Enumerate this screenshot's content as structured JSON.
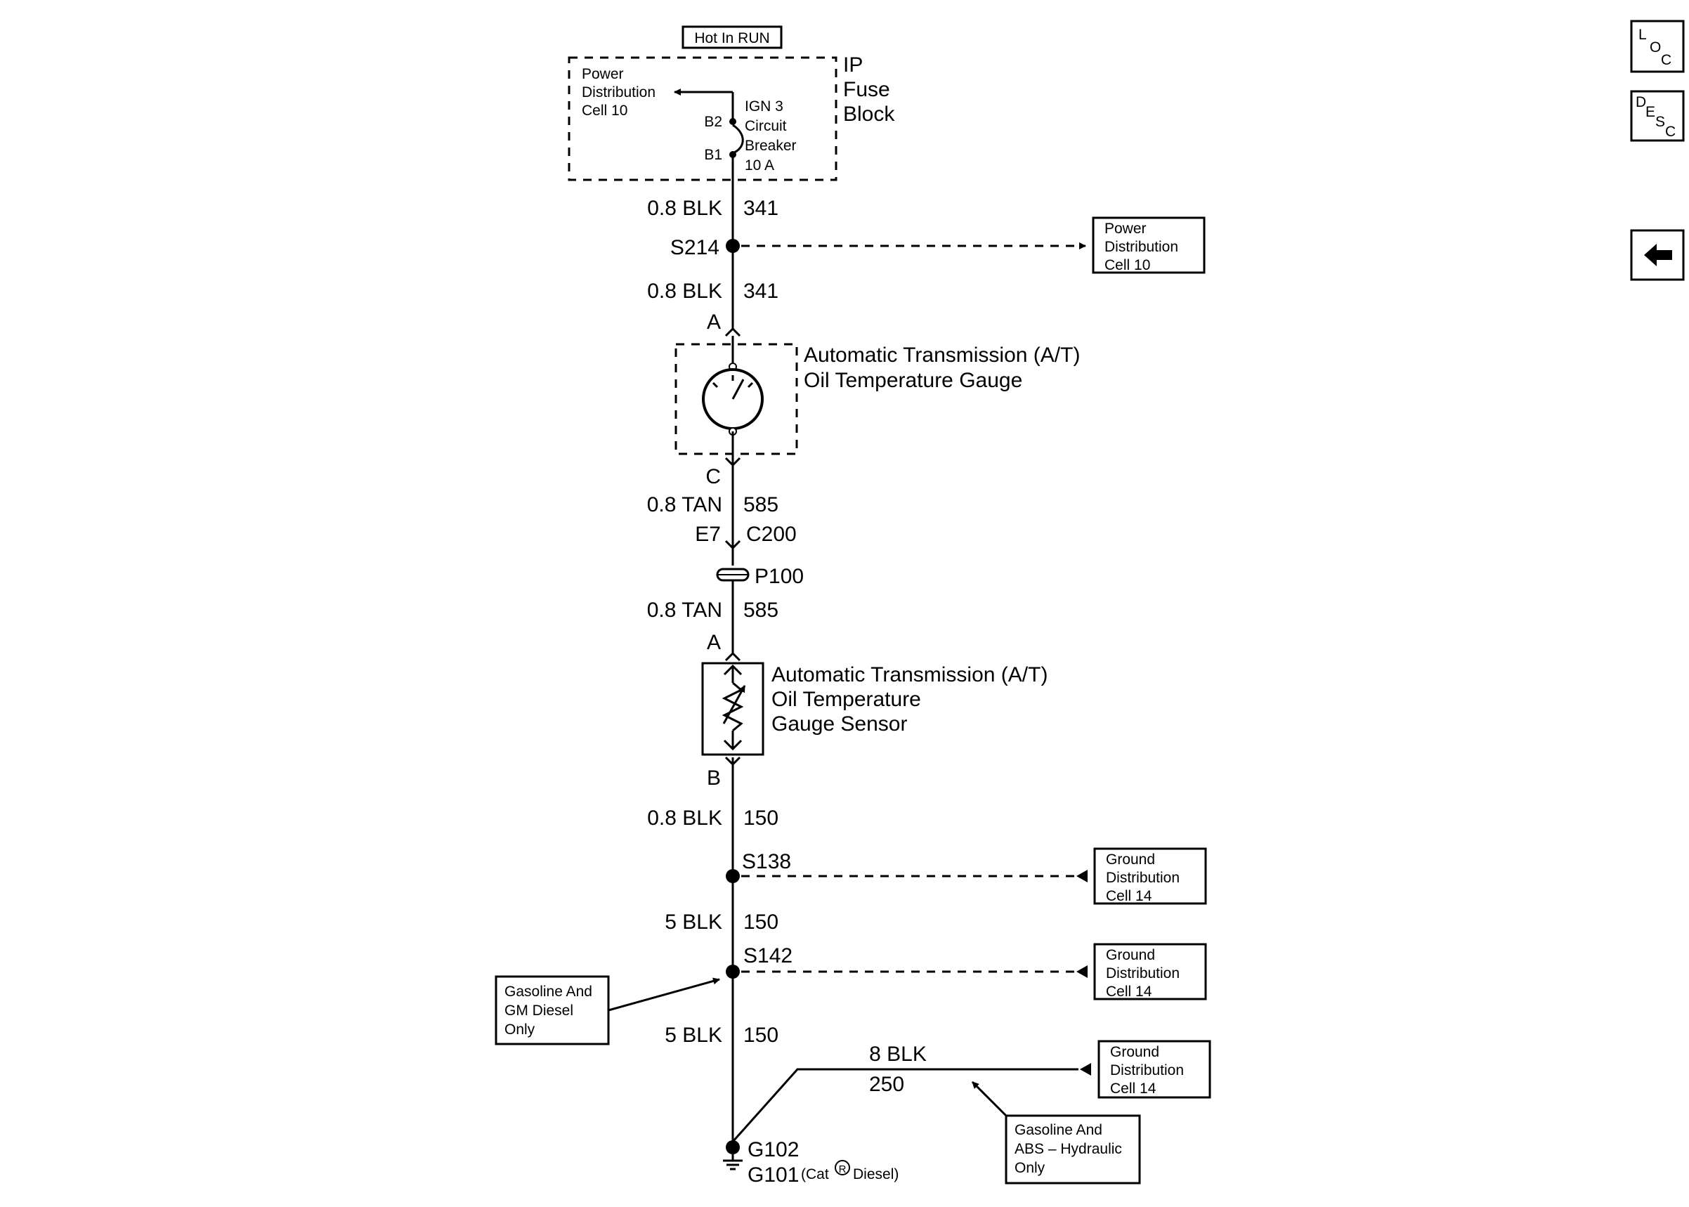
{
  "fuse_block": {
    "hot_label": "Hot In RUN",
    "name_lines": [
      "IP",
      "Fuse",
      "Block"
    ],
    "power_dist_lines": [
      "Power",
      "Distribution",
      "Cell 10"
    ],
    "breaker_lines": [
      "IGN 3",
      "Circuit",
      "Breaker",
      "10 A"
    ],
    "pin_b2": "B2",
    "pin_b1": "B1"
  },
  "wires": {
    "w1_gauge": "0.8 BLK",
    "w1_circuit": "341",
    "w2_gauge": "0.8 BLK",
    "w2_circuit": "341",
    "w3_gauge": "0.8 TAN",
    "w3_circuit": "585",
    "w4_gauge": "0.8 TAN",
    "w4_circuit": "585",
    "w5_gauge": "0.8 BLK",
    "w5_circuit": "150",
    "w6_gauge": "5 BLK",
    "w6_circuit": "150",
    "w7_gauge": "5 BLK",
    "w7_circuit": "150",
    "w8_gauge": "8 BLK",
    "w8_circuit": "250"
  },
  "splices": {
    "s214": "S214",
    "s138": "S138",
    "s142": "S142"
  },
  "gauge": {
    "pin_top": "A",
    "pin_bottom": "C",
    "name_lines": [
      "Automatic Transmission (A/T)",
      "Oil Temperature  Gauge"
    ]
  },
  "connectors": {
    "e7": "E7",
    "c200": "C200",
    "p100": "P100"
  },
  "sensor": {
    "pin_top": "A",
    "pin_bottom": "B",
    "name_lines": [
      "Automatic Transmission (A/T)",
      "Oil Temperature",
      "Gauge Sensor"
    ]
  },
  "refs": {
    "power_dist": [
      "Power",
      "Distribution",
      "Cell 10"
    ],
    "ground_1": [
      "Ground",
      "Distribution",
      "Cell 14"
    ],
    "ground_2": [
      "Ground",
      "Distribution",
      "Cell 14"
    ],
    "ground_3": [
      "Ground",
      "Distribution",
      "Cell 14"
    ]
  },
  "notes": {
    "gas_gm_diesel": [
      "Gasoline And",
      "GM Diesel",
      "Only"
    ],
    "gas_abs": [
      "Gasoline And",
      "ABS – Hydraulic",
      "Only"
    ]
  },
  "grounds": {
    "g102": "G102",
    "g101": "G101",
    "g101_note_pre": "(Cat",
    "g101_note_reg": "R",
    "g101_note_post": "Diesel)"
  },
  "nav": {
    "loc_l": "L",
    "loc_o": "O",
    "loc_c": "C",
    "desc_d": "D",
    "desc_e": "E",
    "desc_s": "S",
    "desc_c": "C",
    "back_icon": "arrow-left-icon"
  }
}
